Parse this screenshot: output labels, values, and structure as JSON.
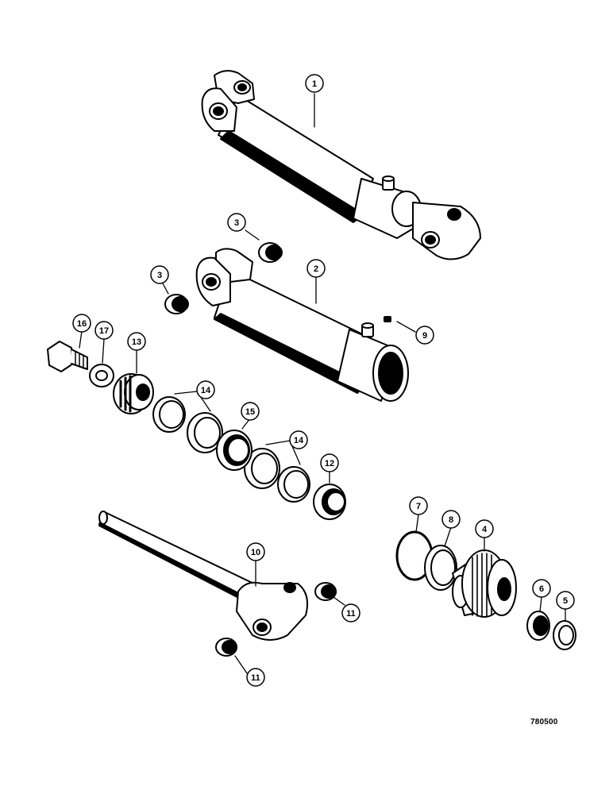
{
  "diagram": {
    "drawing_id": "780500",
    "colors": {
      "ink": "#000000",
      "paper": "#ffffff"
    },
    "parts": [
      {
        "key": "cyl-assembly",
        "callout": "1"
      },
      {
        "key": "cyl-barrel",
        "callout": "2"
      },
      {
        "key": "bushing-barrel-right",
        "callout": "3"
      },
      {
        "key": "bushing-barrel-left",
        "callout": "3"
      },
      {
        "key": "gland",
        "callout": "4"
      },
      {
        "key": "wiper",
        "callout": "5"
      },
      {
        "key": "rod-seal",
        "callout": "6"
      },
      {
        "key": "o-ring",
        "callout": "7"
      },
      {
        "key": "backup-ring",
        "callout": "8"
      },
      {
        "key": "grease-fitting",
        "callout": "9"
      },
      {
        "key": "rod",
        "callout": "10"
      },
      {
        "key": "bushing-rod-right",
        "callout": "11"
      },
      {
        "key": "bushing-rod-bottom",
        "callout": "11"
      },
      {
        "key": "piston-ring",
        "callout": "12"
      },
      {
        "key": "piston",
        "callout": "13"
      },
      {
        "key": "ring-upper",
        "callout": "14"
      },
      {
        "key": "ring-lower",
        "callout": "14"
      },
      {
        "key": "spacer",
        "callout": "15"
      },
      {
        "key": "bolt",
        "callout": "16"
      },
      {
        "key": "washer",
        "callout": "17"
      }
    ]
  }
}
